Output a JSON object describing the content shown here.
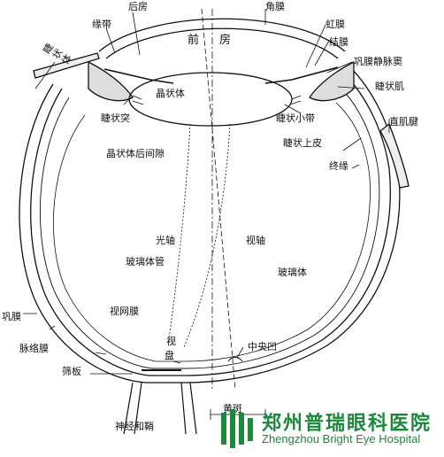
{
  "labels": {
    "posterior_chamber": "后房",
    "cornea": "角膜",
    "zonule": "缘带",
    "iris": "虹膜",
    "conjunctiva": "结膜",
    "scleral_venous_sinus": "巩膜静脉窦",
    "ciliary_body": "睫状体",
    "ciliary_muscle": "睫状肌",
    "anterior_chamber_1": "前",
    "anterior_chamber_2": "房",
    "lens": "晶状体",
    "ciliary_process": "睫状突",
    "ciliary_zonule": "睫状小带",
    "rectus_tendon": "直肌腱",
    "retrolental_space": "晶状体后间隙",
    "ciliary_epithelium": "睫状上皮",
    "ora_serrata": "终缘",
    "optic_axis": "光轴",
    "visual_axis": "视轴",
    "hyaloid_canal": "玻璃体管",
    "vitreous": "玻璃体",
    "sclera": "巩膜",
    "retina": "视网膜",
    "choroid": "脉络膜",
    "optic_disc_1": "视",
    "optic_disc_2": "盘",
    "fovea": "中央凹",
    "lamina_cribrosa": "筛板",
    "fovea_distance": "黄斑",
    "optic_nerve_sheath": "神经和鞘"
  },
  "brand": {
    "name_cn": "郑州普瑞眼科医院",
    "name_en": "Zhengzhou Bright Eye Hospital"
  },
  "colors": {
    "ink": "#111111",
    "brand_green": "#1a8a3a"
  }
}
